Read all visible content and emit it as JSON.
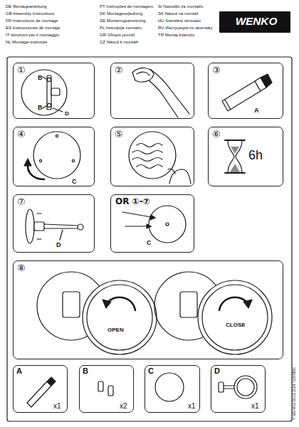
{
  "diagram": {
    "nodes": [
      {
        "text": [
          "WENKO"
        ]
      },
      {
        "text": [
          "①",
          "B",
          "B",
          "D"
        ]
      },
      {
        "text": [
          "②"
        ]
      },
      {
        "text": [
          "③",
          "A"
        ]
      },
      {
        "text": [
          "④",
          "C"
        ]
      },
      {
        "text": [
          "⑤"
        ]
      },
      {
        "text": [
          "⑥",
          "6h"
        ]
      },
      {
        "text": [
          "⑦",
          "D"
        ]
      },
      {
        "text": [
          "OR ①-⑦",
          "C"
        ]
      },
      {
        "text": [
          "⑧",
          "OPEN",
          "CLOSE"
        ]
      },
      {
        "text": [
          "A",
          "x1"
        ]
      },
      {
        "text": [
          "B",
          "x2"
        ]
      },
      {
        "text": [
          "C",
          "x1"
        ]
      },
      {
        "text": [
          "D",
          "x1"
        ]
      }
    ],
    "labels": [
      "DE Montageanleitung",
      "GB Assembly Instructions",
      "FR Instructions de montage",
      "ES Instrucciones de montaje",
      "IT Istruzioni per il montaggio",
      "NL Montage-instructie",
      "PT Instruções de montagem",
      "DK Montagevejledning",
      "SE Monteringsanvisning",
      "PL Instrukcja montażu",
      "GR Οδηγία μοντάζ",
      "CZ Návod k montáži",
      "SI Navodilo za montažo",
      "SK Návod na montáž",
      "HU Szerelési útmutató",
      "RU Инструкция по монтажу",
      "TR Montaj kılavuzu",
      "© WENKO 26.01.2024 71509800"
    ]
  }
}
